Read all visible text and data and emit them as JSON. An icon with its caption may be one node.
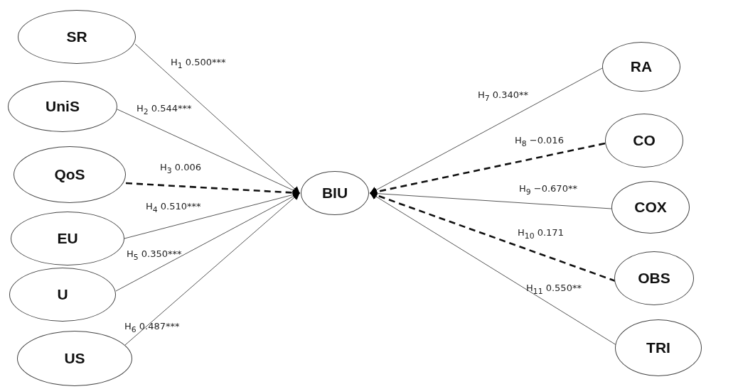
{
  "diagram": {
    "nodes": [
      {
        "text": [
          "SR"
        ]
      },
      {
        "text": [
          "UniS"
        ]
      },
      {
        "text": [
          "QoS"
        ]
      },
      {
        "text": [
          "EU"
        ]
      },
      {
        "text": [
          "U"
        ]
      },
      {
        "text": [
          "US"
        ]
      },
      {
        "text": [
          "BIU"
        ]
      },
      {
        "text": [
          "RA"
        ]
      },
      {
        "text": [
          "CO"
        ]
      },
      {
        "text": [
          "COX"
        ]
      },
      {
        "text": [
          "OBS"
        ]
      },
      {
        "text": [
          "TRI"
        ]
      }
    ],
    "edges": [
      {
        "from": 0,
        "to": 6,
        "arrow": "to",
        "label": "H$_{1}$ 0.500***"
      },
      {
        "from": 1,
        "to": 6,
        "arrow": "to",
        "label": "H$_{2}$ 0.544***"
      },
      {
        "from": 2,
        "to": 6,
        "arrow": "to",
        "label": "H$_{3}$ 0.006",
        "style": "dashed"
      },
      {
        "from": 3,
        "to": 6,
        "arrow": "to",
        "label": "H$_{4}$ 0.510***"
      },
      {
        "from": 4,
        "to": 6,
        "arrow": "to",
        "label": "H$_{5}$ 0.350***"
      },
      {
        "from": 5,
        "to": 6,
        "arrow": "to",
        "label": "H$_{6}$ 0.487***"
      },
      {
        "from": 7,
        "to": 6,
        "arrow": "to",
        "label": "H$_{7}$ 0.340**"
      },
      {
        "from": 8,
        "to": 6,
        "arrow": "to",
        "label": "H$_{8}$ −0.016",
        "style": "dashed"
      },
      {
        "from": 9,
        "to": 6,
        "arrow": "to",
        "label": "H$_{9}$ −0.670**"
      },
      {
        "from": 10,
        "to": 6,
        "arrow": "to",
        "label": "H$_{10}$ 0.171",
        "style": "dashed"
      },
      {
        "from": 11,
        "to": 6,
        "arrow": "to",
        "label": "H$_{11}$ 0.550**"
      }
    ]
  }
}
